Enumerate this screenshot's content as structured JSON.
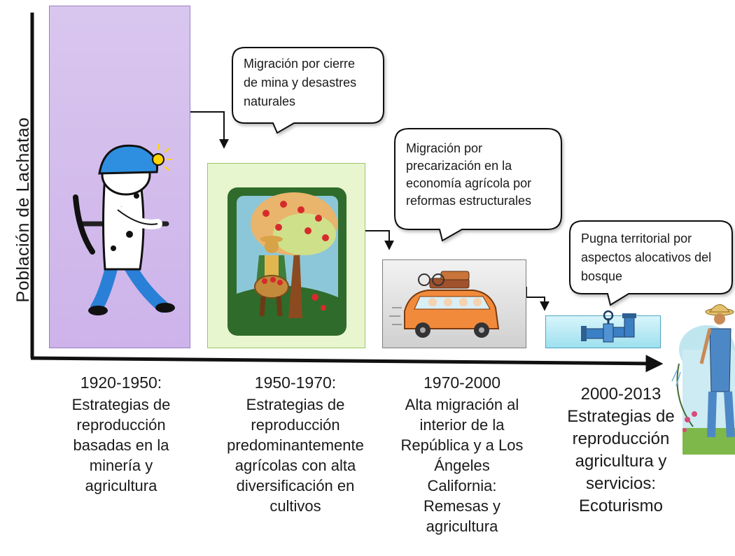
{
  "axis": {
    "ylabel": "Población de Lachatao"
  },
  "bubbles": [
    {
      "lines": [
        "Migración por cierre",
        "de mina y desastres",
        "naturales"
      ]
    },
    {
      "lines": [
        "Migración por",
        "precarización en la",
        "economía agrícola por",
        "reformas estructurales"
      ]
    },
    {
      "lines": [
        "Pugna territorial por",
        "aspectos alocativos del",
        "bosque"
      ]
    }
  ],
  "periods": [
    {
      "year": "1920-1950:",
      "lines": [
        "Estrategias de",
        "reproducción",
        "basadas en la",
        "minería y",
        "agricultura"
      ]
    },
    {
      "year": "1950-1970:",
      "lines": [
        "Estrategias de",
        "reproducción",
        "predominantemente",
        "agrícolas con alta",
        "diversificación en",
        "cultivos"
      ]
    },
    {
      "year": "1970-2000",
      "lines": [
        "Alta migración al",
        "interior de la",
        "República y a Los",
        "Ángeles",
        "California:",
        "Remesas y",
        "agricultura"
      ]
    },
    {
      "year": "2000-2013",
      "lines": [
        "Estrategias de",
        "reproducción",
        "agricultura y",
        "servicios:",
        "Ecoturismo"
      ]
    }
  ],
  "colors": {
    "panel_1": "#cdb3ea",
    "panel_2": "#e8f6cf",
    "panel_3": "#d0d0d0",
    "panel_4": "#9ee0ef",
    "axis": "#111111"
  }
}
